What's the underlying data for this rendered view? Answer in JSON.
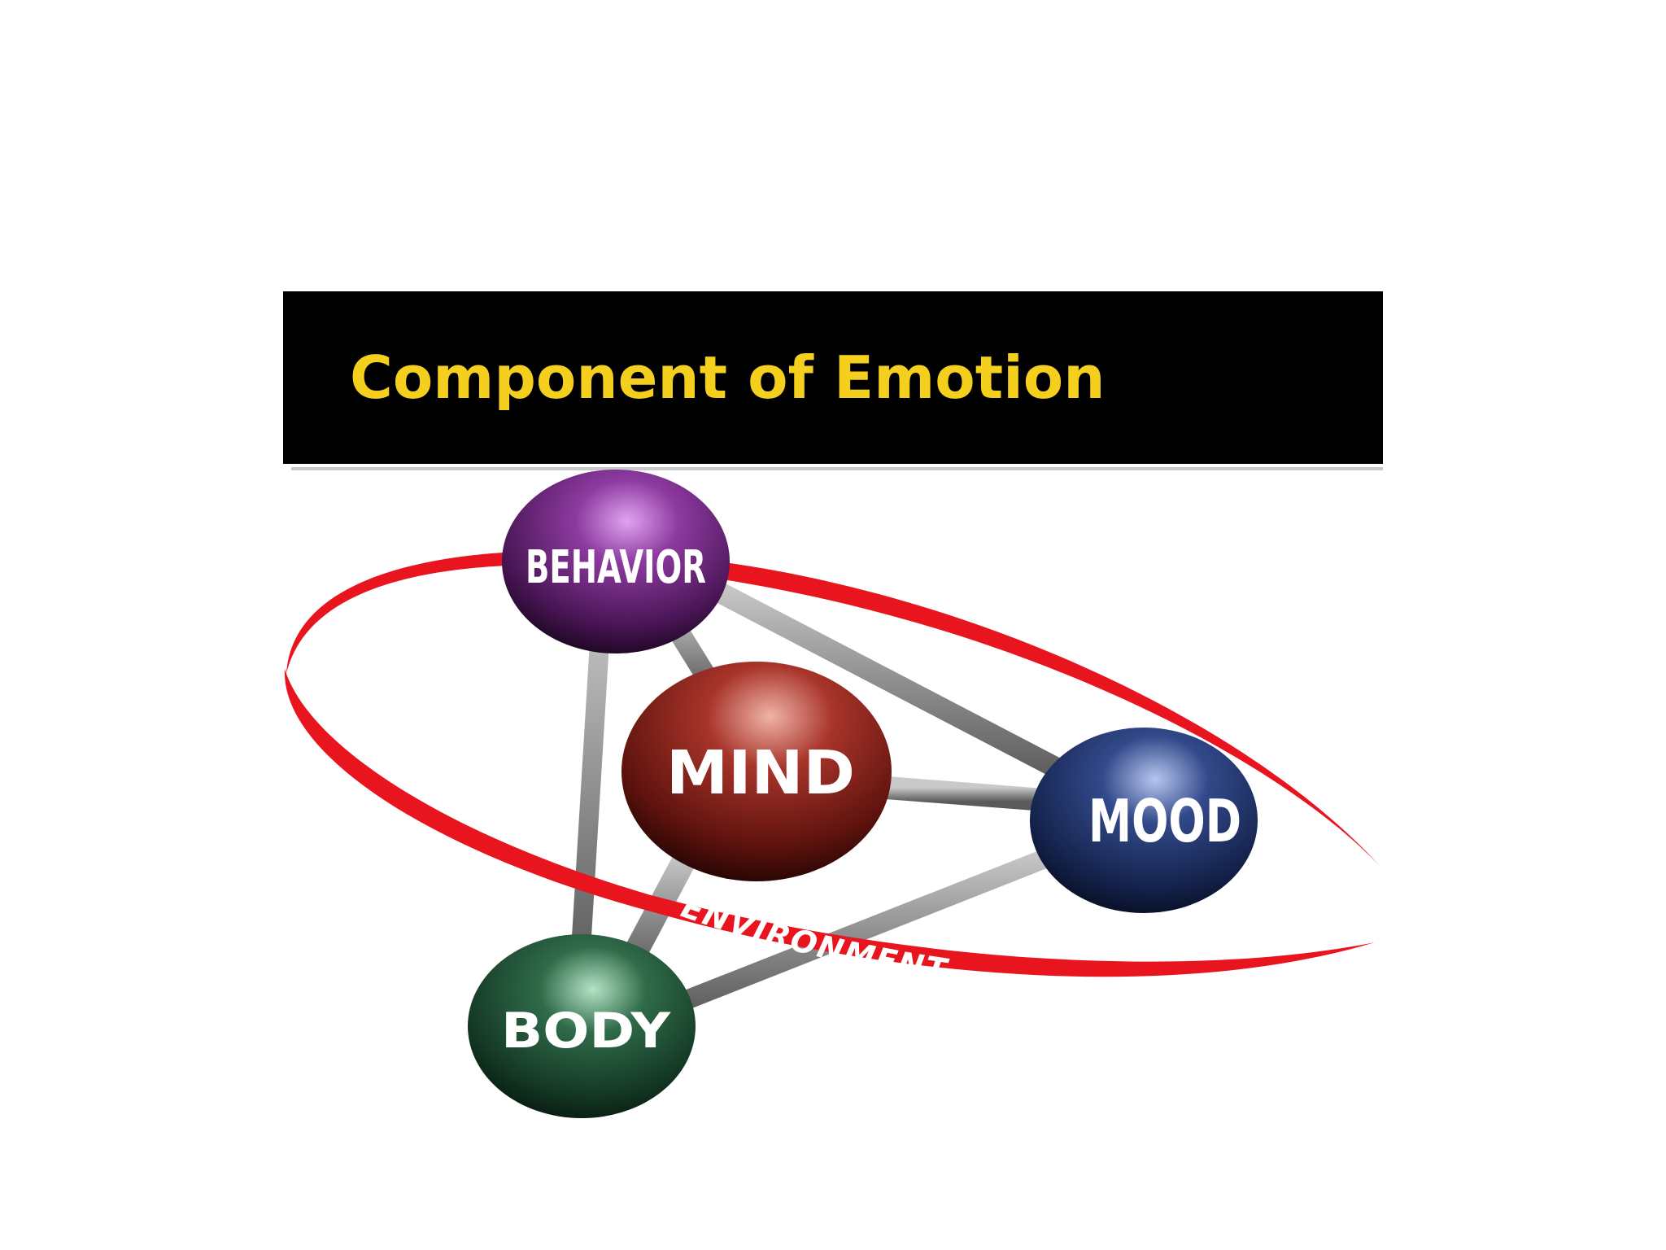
{
  "slide": {
    "title": "Component of Emotion",
    "title_color": "#f5cf1d",
    "title_bar_color": "#000000"
  },
  "diagram": {
    "nodes": [
      {
        "id": "behavior",
        "label": "BEHAVIOR",
        "color": "#5e1f6b"
      },
      {
        "id": "mind",
        "label": "MIND",
        "color": "#7b1e18"
      },
      {
        "id": "mood",
        "label": "MOOD",
        "color": "#1b2b5c"
      },
      {
        "id": "body",
        "label": "BODY",
        "color": "#1f4a32"
      }
    ],
    "ring": {
      "label": "ENVIRONMENT",
      "color": "#e8141e"
    },
    "connectors": [
      [
        "behavior",
        "mind"
      ],
      [
        "behavior",
        "mood"
      ],
      [
        "behavior",
        "body"
      ],
      [
        "mind",
        "mood"
      ],
      [
        "mind",
        "body"
      ],
      [
        "mood",
        "body"
      ]
    ]
  }
}
